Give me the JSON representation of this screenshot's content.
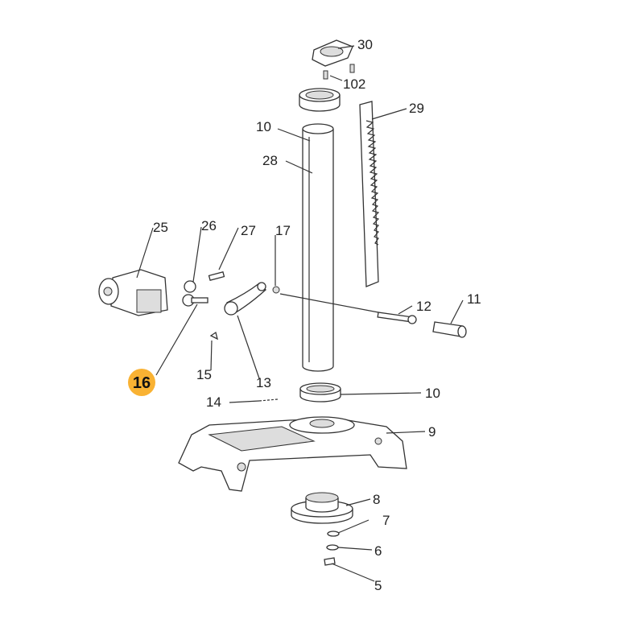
{
  "diagram": {
    "type": "exploded parts diagram",
    "highlight_color": "#F9B233",
    "highlighted_part": "16",
    "callouts": {
      "p30": "30",
      "p102": "102",
      "p29": "29",
      "p10_top": "10",
      "p28": "28",
      "p25": "25",
      "p26": "26",
      "p27": "27",
      "p17": "17",
      "p12": "12",
      "p11": "11",
      "p16": "16",
      "p15": "15",
      "p13": "13",
      "p14": "14",
      "p10_bottom": "10",
      "p9": "9",
      "p8": "8",
      "p7": "7",
      "p6": "6",
      "p5": "5"
    }
  }
}
